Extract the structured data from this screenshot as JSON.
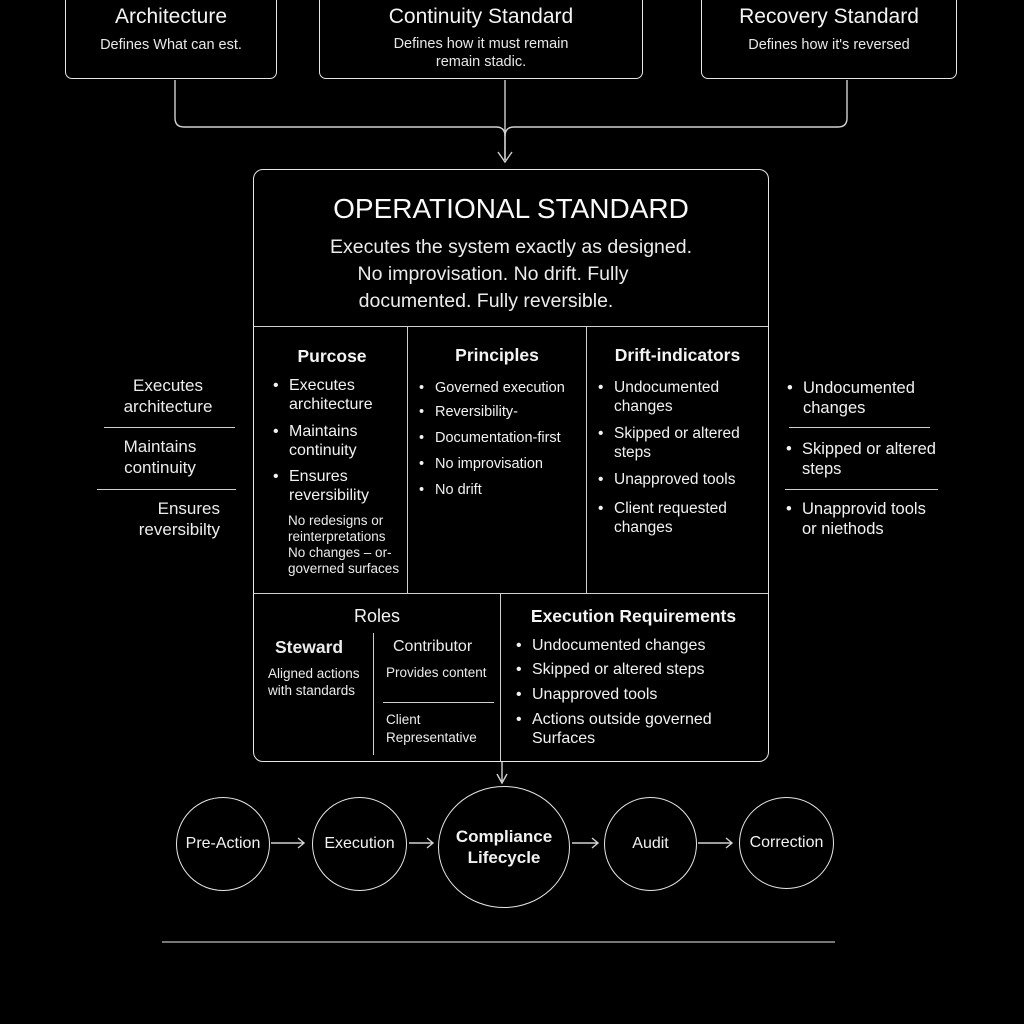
{
  "top_boxes": [
    {
      "title": "Architecture",
      "subtitle": "Defines What can est."
    },
    {
      "title": "Continuity Standard",
      "subtitle": "Defines how it must remain remain stadic."
    },
    {
      "title": "Recovery Standard",
      "subtitle": "Defines how it's reversed"
    }
  ],
  "main": {
    "title": "OPERATIONAL STANDARD",
    "description_lines": [
      "Executes the system exactly as designed.",
      "No improvisation. No drift. Fully",
      "documented. Fully reversible."
    ]
  },
  "purpose": {
    "heading": "Purcose",
    "items": [
      "Executes architecture",
      "Maintains continuity",
      "Ensures reversibility"
    ],
    "note_lines": [
      "No redesigns or",
      "reinterpretations",
      "No changes – or-",
      "governed surfaces"
    ]
  },
  "principles": {
    "heading": "Principles",
    "items": [
      "Governed execution",
      "Reversibility-",
      "Documentation-first",
      "No improvisation",
      "No drift"
    ]
  },
  "drift": {
    "heading": "Drift-indicators",
    "items": [
      "Undocumented changes",
      "Skipped or altered steps",
      "Unapproved tools",
      "Client requested changes"
    ]
  },
  "left_side": {
    "items": [
      "Executes architecture",
      "Maintains continuity",
      "Ensures reversibilty"
    ]
  },
  "right_side": {
    "items": [
      "Undocumented changes",
      "Skipped or altered steps",
      "Unapprovid tools or niethods"
    ]
  },
  "roles": {
    "heading": "Roles",
    "steward": {
      "title": "Steward",
      "desc": "Aligned actions with standards"
    },
    "contributor": {
      "title": "Contributor",
      "desc": "Provides content"
    },
    "client": {
      "title": "Client Representative"
    }
  },
  "execution": {
    "heading": "Execution Requirements",
    "items": [
      "Undocumented changes",
      "Skipped or altered steps",
      "Unapproved tools",
      "Actions outside governed Surfaces"
    ]
  },
  "lifecycle": [
    "Pre-Action",
    "Execution",
    "Compliance Lifecycle",
    "Audit",
    "Correction"
  ]
}
